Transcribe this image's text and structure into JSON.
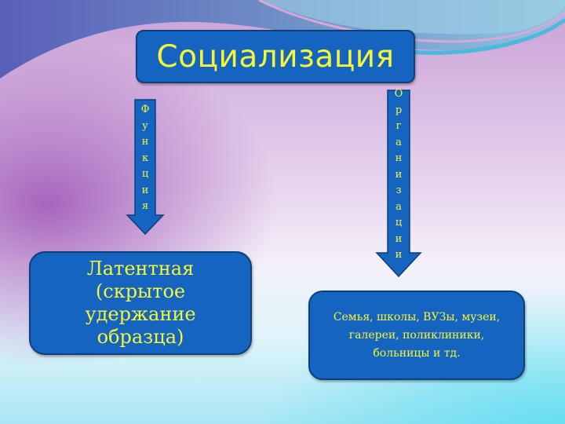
{
  "slide": {
    "title": "Социализация",
    "left_arrow": {
      "label": "Функция",
      "letters": [
        "Ф",
        "у",
        "н",
        "к",
        "ц",
        "и",
        "я"
      ]
    },
    "right_arrow": {
      "label": "Организации",
      "letters": [
        "О",
        "р",
        "г",
        "а",
        "н",
        "и",
        "з",
        "а",
        "ц",
        "и",
        "и"
      ]
    },
    "left_box": {
      "text": "Латентная\n(скрытое\nудержание\nобразца)"
    },
    "right_box": {
      "text": "Семья, школы, ВУЗы, музеи,\nгалереи, поликлиники,\nбольницы и тд."
    }
  },
  "colors": {
    "box_fill": "#1565c0",
    "box_border": "#0d3f7a",
    "text": "#f5f53a"
  }
}
